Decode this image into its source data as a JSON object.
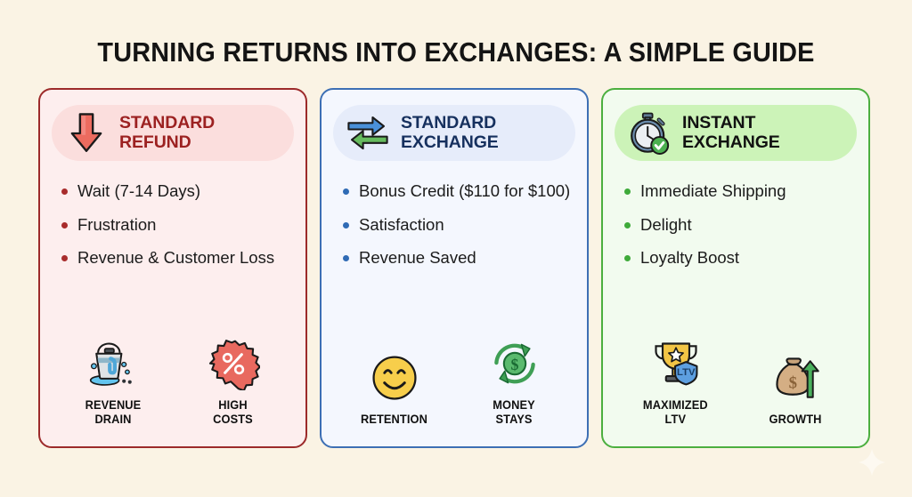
{
  "page": {
    "title": "TURNING RETURNS INTO EXCHANGES: A SIMPLE GUIDE",
    "background_color": "#faf3e4",
    "watermark": "sparkle-watermark"
  },
  "cards": [
    {
      "id": "standard-refund",
      "header_line1": "STANDARD",
      "header_line2": "REFUND",
      "header_icon": "down-arrow-icon",
      "accent_color": "#9c2121",
      "border_color": "#9c2a2a",
      "card_bg": "#fdeeee",
      "pill_bg": "#fbdedd",
      "bullet_color": "#a82c2c",
      "bullets": [
        "Wait (7-14 Days)",
        "Frustration",
        "Revenue & Customer Loss"
      ],
      "footer": [
        {
          "icon": "leaking-bucket-icon",
          "label_line1": "REVENUE",
          "label_line2": "DRAIN"
        },
        {
          "icon": "percent-burst-icon",
          "label_line1": "HIGH",
          "label_line2": "COSTS"
        }
      ]
    },
    {
      "id": "standard-exchange",
      "header_line1": "STANDARD",
      "header_line2": "EXCHANGE",
      "header_icon": "two-way-arrows-icon",
      "accent_color": "#16305e",
      "border_color": "#3d6fb4",
      "card_bg": "#f4f7fe",
      "pill_bg": "#e6ecfa",
      "bullet_color": "#2f6bb5",
      "bullets": [
        "Bonus Credit ($110 for $100)",
        "Satisfaction",
        "Revenue Saved"
      ],
      "footer": [
        {
          "icon": "smiley-face-icon",
          "label_line1": "RETENTION",
          "label_line2": ""
        },
        {
          "icon": "money-cycle-icon",
          "label_line1": "MONEY",
          "label_line2": "STAYS"
        }
      ]
    },
    {
      "id": "instant-exchange",
      "header_line1": "INSTANT",
      "header_line2": "EXCHANGE",
      "header_icon": "stopwatch-check-icon",
      "accent_color": "#111111",
      "border_color": "#4caf3f",
      "card_bg": "#f2fbef",
      "pill_bg": "#ccf3b8",
      "bullet_color": "#3faa3a",
      "bullets": [
        "Immediate Shipping",
        "Delight",
        "Loyalty Boost"
      ],
      "footer": [
        {
          "icon": "trophy-ltv-shield-icon",
          "label_line1": "MAXIMIZED",
          "label_line2": "LTV"
        },
        {
          "icon": "money-bag-growth-icon",
          "label_line1": "GROWTH",
          "label_line2": ""
        }
      ]
    }
  ],
  "icon_labels": {
    "shield_text": "LTV",
    "coin_symbol": "$",
    "bag_symbol": "$",
    "percent_symbol": "%"
  }
}
